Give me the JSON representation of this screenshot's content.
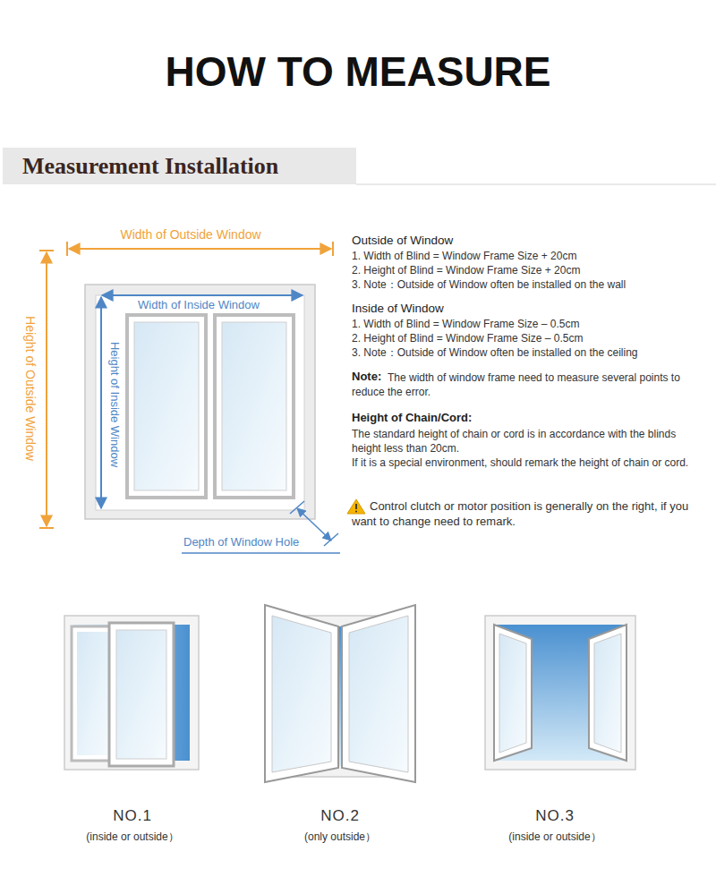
{
  "diagram": {
    "title": "HOW TO MEASURE",
    "nodes": [
      {
        "text": [
          "Measurement Installation"
        ]
      }
    ],
    "labels": [
      "Width of Outside Window",
      "Height of Outside Window",
      "Width of Inside Window",
      "Height of Inside Window",
      "Depth of Window Hole",
      "Outside of Window",
      "1. Width of Blind = Window Frame Size + 20cm",
      "2. Height of Blind = Window Frame Size + 20cm",
      "3. Note：Outside of Window often be installed on the wall",
      "Inside of Window",
      "1. Width of Blind = Window Frame Size – 0.5cm",
      "2. Height of Blind = Window Frame Size – 0.5cm",
      "3. Note：Outside of Window often be installed on the ceiling",
      "Note:",
      "The width of window frame need to measure several points to reduce the error.",
      "Height of Chain/Cord:",
      "The standard height of chain or cord is in accordance with the blinds height less than 20cm.",
      "If it is a special environment, should remark the height of chain or cord.",
      "Control clutch or motor position is generally on the right, if you want to change need to remark.",
      "NO.1",
      "(inside or outside）",
      "NO.2",
      "(only outside）",
      "NO.3",
      "(inside or outside）"
    ]
  }
}
